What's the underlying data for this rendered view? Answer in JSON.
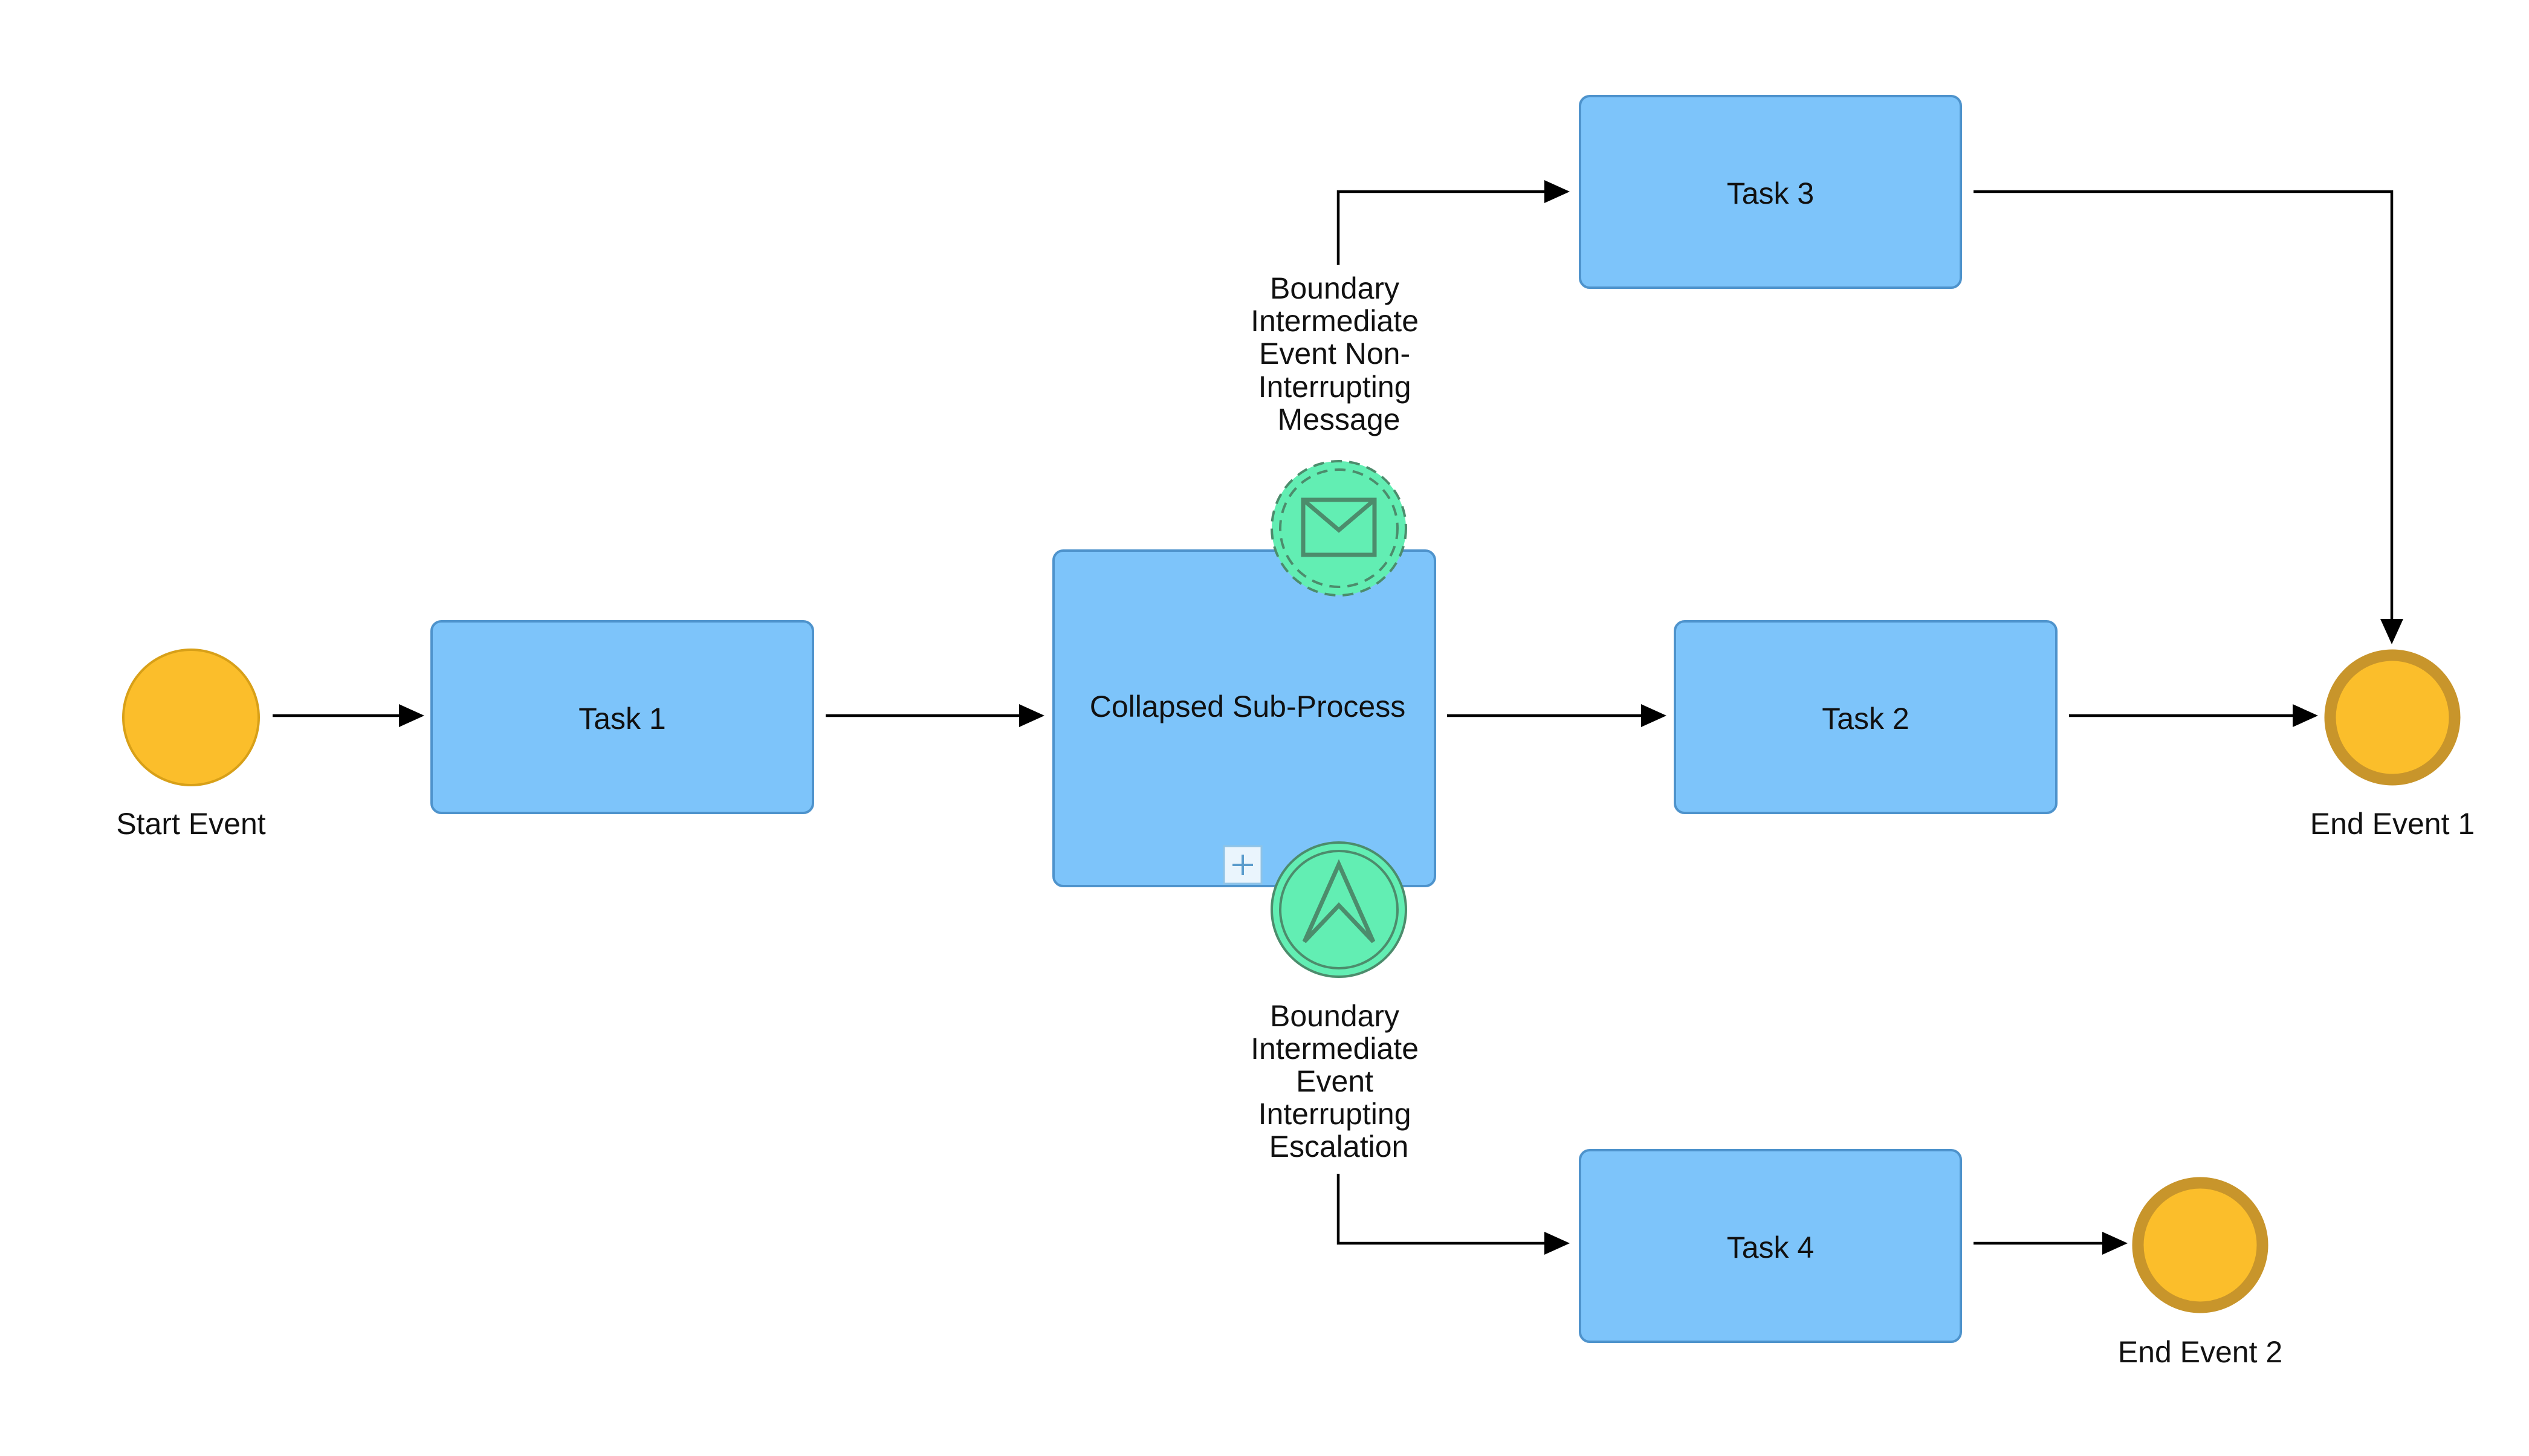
{
  "diagram": {
    "type": "BPMN process",
    "nodes": {
      "start_event": {
        "label": "Start Event"
      },
      "task_1": {
        "label": "Task 1"
      },
      "sub_process": {
        "label": "Collapsed Sub-Process",
        "marker": "plus-icon"
      },
      "task_2": {
        "label": "Task 2"
      },
      "task_3": {
        "label": "Task 3"
      },
      "task_4": {
        "label": "Task 4"
      },
      "end_event_1": {
        "label": "End Event 1"
      },
      "end_event_2": {
        "label": "End Event 2"
      },
      "boundary_message": {
        "label_lines": [
          "Boundary",
          "Intermediate",
          "Event Non-",
          "Interrupting",
          "Message"
        ],
        "icon": "envelope-icon",
        "interrupting": false
      },
      "boundary_escalation": {
        "label_lines": [
          "Boundary",
          "Intermediate",
          "Event",
          "Interrupting",
          "Escalation"
        ],
        "icon": "escalation-arrow-icon",
        "interrupting": true
      }
    },
    "flows": [
      {
        "from": "start_event",
        "to": "task_1"
      },
      {
        "from": "task_1",
        "to": "sub_process"
      },
      {
        "from": "sub_process",
        "to": "task_2"
      },
      {
        "from": "task_2",
        "to": "end_event_1"
      },
      {
        "from": "boundary_message",
        "to": "task_3"
      },
      {
        "from": "task_3",
        "to": "end_event_1"
      },
      {
        "from": "boundary_escalation",
        "to": "task_4"
      },
      {
        "from": "task_4",
        "to": "end_event_2"
      }
    ],
    "colors": {
      "task_fill": "#7dc4fa",
      "task_stroke": "#4e93cc",
      "event_fill": "#fbbe2b",
      "end_event_border": "#c8952b",
      "boundary_fill": "#62eeb3",
      "boundary_stroke": "#4c8c6c",
      "flow": "#000000"
    }
  }
}
